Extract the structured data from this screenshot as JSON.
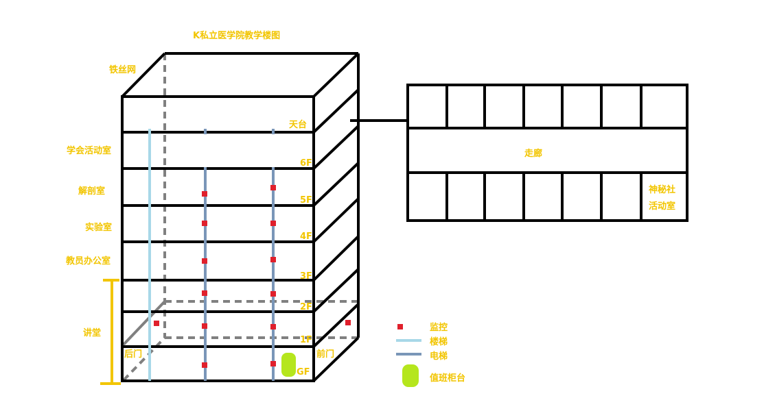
{
  "title": "K私立医学院教学楼图",
  "colors": {
    "label": "#f2c500",
    "outline": "#000000",
    "dashed": "#808080",
    "stairs": "#a8d8e8",
    "elevator": "#7a96b8",
    "camera": "#e0202c",
    "counter": "#b5e61d",
    "bracket": "#f2c500"
  },
  "left_labels": {
    "wire_net": "铁丝网",
    "student_union": "学会活动室",
    "anatomy": "解剖室",
    "lab": "实验室",
    "faculty_office": "教员办公室",
    "lecture_hall": "讲堂",
    "back_door": "后门"
  },
  "floor_labels": {
    "roof": "天台",
    "f6": "6F",
    "f5": "5F",
    "f4": "4F",
    "f3": "3F",
    "f2": "2F",
    "f1": "1F",
    "gf": "GF",
    "front_door": "前门"
  },
  "floor_plan": {
    "corridor": "走廊",
    "club_line1": "神秘社",
    "club_line2": "活动室"
  },
  "legend": {
    "camera": "监控",
    "stairs": "楼梯",
    "elevator": "电梯",
    "counter": "值班柜台"
  }
}
